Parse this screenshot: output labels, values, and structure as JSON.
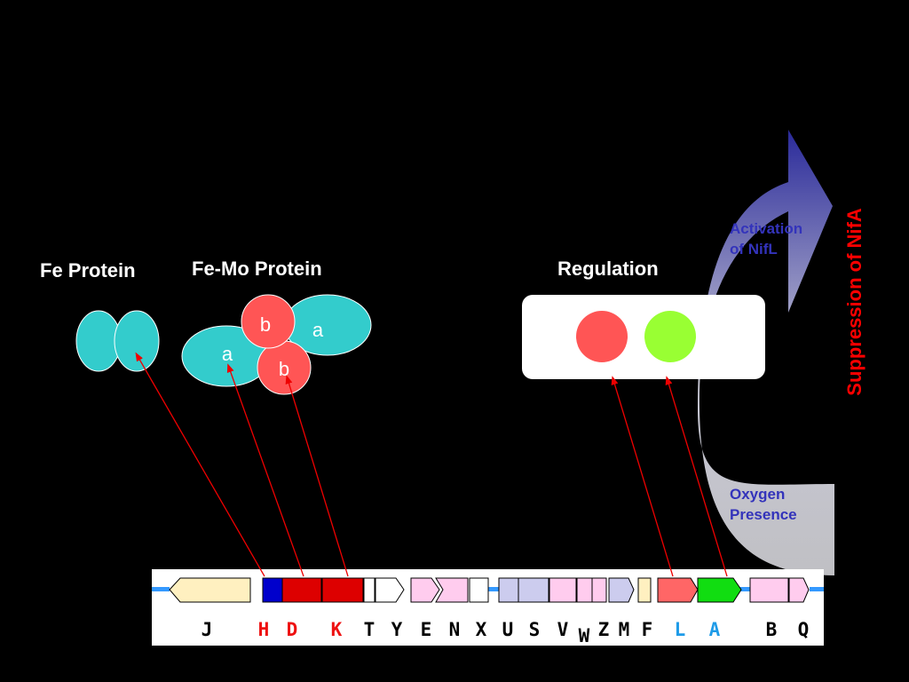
{
  "labels": {
    "fe_protein": "Fe Protein",
    "femo_protein": "Fe-Mo Protein",
    "regulation": "Regulation",
    "activation": "Activation of NifL",
    "activation_line1": "Activation",
    "activation_line2": "of NifL",
    "oxygen_line1": "Oxygen",
    "oxygen_line2": "Presence",
    "suppression": "Suppression of NifA"
  },
  "subunits": {
    "alpha": "a",
    "beta": "b"
  },
  "genes": [
    {
      "letter": "J",
      "color": "#000000"
    },
    {
      "letter": "H",
      "color": "#ee1111"
    },
    {
      "letter": "D",
      "color": "#ee1111"
    },
    {
      "letter": "K",
      "color": "#ee1111"
    },
    {
      "letter": "T",
      "color": "#000000"
    },
    {
      "letter": "Y",
      "color": "#000000"
    },
    {
      "letter": "E",
      "color": "#000000"
    },
    {
      "letter": "N",
      "color": "#000000"
    },
    {
      "letter": "X",
      "color": "#000000"
    },
    {
      "letter": "U",
      "color": "#000000"
    },
    {
      "letter": "S",
      "color": "#000000"
    },
    {
      "letter": "V",
      "color": "#000000"
    },
    {
      "letter": "W",
      "color": "#000000"
    },
    {
      "letter": "Z",
      "color": "#000000"
    },
    {
      "letter": "M",
      "color": "#000000"
    },
    {
      "letter": "F",
      "color": "#000000"
    },
    {
      "letter": "L",
      "color": "#1e9be8"
    },
    {
      "letter": "A",
      "color": "#1e9be8"
    },
    {
      "letter": "B",
      "color": "#000000"
    },
    {
      "letter": "Q",
      "color": "#000000"
    }
  ],
  "colors": {
    "background": "#000000",
    "fe_protein": "#33cccc",
    "beta_subunit": "#ff5555",
    "regulation_red": "#ff5555",
    "regulation_green": "#99ff33",
    "link_arrows": "#ee0000",
    "suppression_text": "#ff0000",
    "blue_text": "#3333bb",
    "gene_line": "#3399ff"
  }
}
